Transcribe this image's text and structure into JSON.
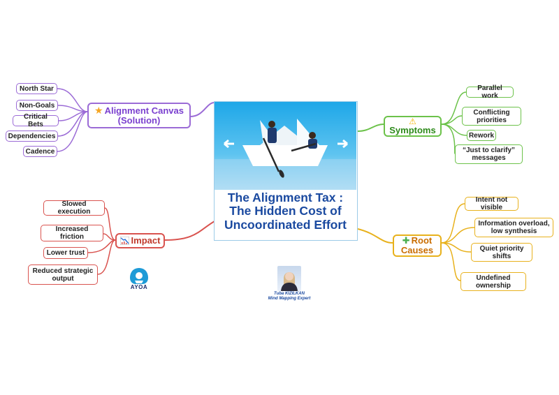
{
  "center": {
    "title_line1": "The Alignment Tax :",
    "title_line2": "The Hidden Cost of",
    "title_line3": "Uncoordinated Effort"
  },
  "branches": {
    "canvas": {
      "label_line1": "Alignment Canvas",
      "label_line2": "(Solution)",
      "icon": "star-icon",
      "color": "#9b6bd6",
      "children": [
        "North Star",
        "Non-Goals",
        "Critical Bets",
        "Dependencies",
        "Cadence"
      ]
    },
    "symptoms": {
      "label": "Symptoms",
      "icon": "warning-icon",
      "color": "#6cc24a",
      "children": [
        [
          "Parallel work"
        ],
        [
          "Conflicting",
          "priorities"
        ],
        [
          "Rework"
        ],
        [
          "“Just to clarify”",
          "messages"
        ]
      ]
    },
    "impact": {
      "label": "Impact",
      "icon": "chart-down-icon",
      "color": "#d9534f",
      "children": [
        [
          "Slowed execution"
        ],
        [
          "Increased friction"
        ],
        [
          "Lower trust"
        ],
        [
          "Reduced strategic",
          "output"
        ]
      ]
    },
    "root": {
      "label_line1": "Root",
      "label_line2": "Causes",
      "icon": "puzzle-icon",
      "color": "#e8b11c",
      "children": [
        [
          "Intent not",
          "visible"
        ],
        [
          "Information overload,",
          "low synthesis"
        ],
        [
          "Quiet priority",
          "shifts"
        ],
        [
          "Undefined",
          "ownership"
        ]
      ]
    }
  },
  "logo": {
    "text": "AYOA"
  },
  "author": {
    "name": "Tuba KIZILKAN",
    "role": "Mind Mapping Expert"
  }
}
